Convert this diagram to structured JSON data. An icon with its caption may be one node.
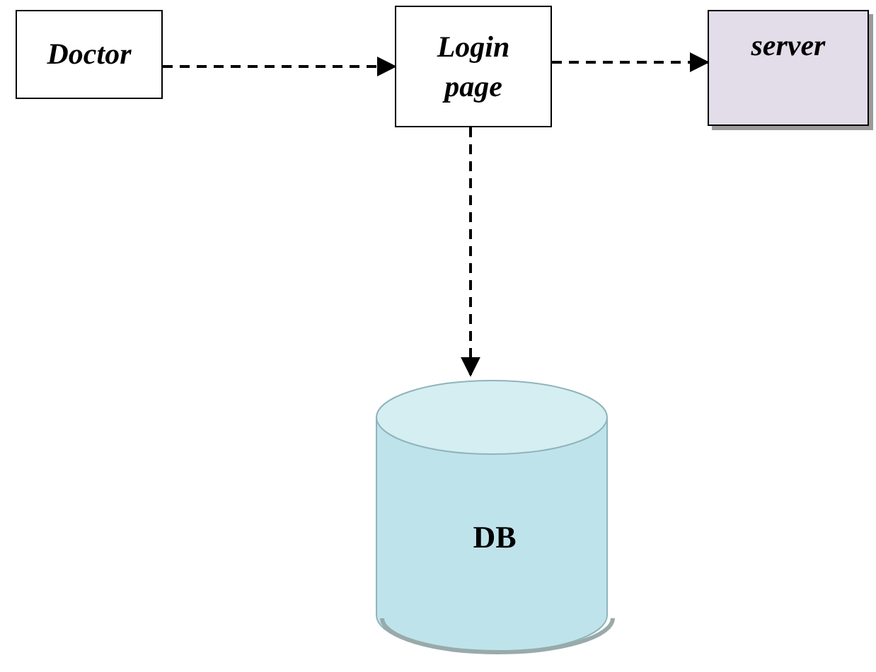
{
  "diagram": {
    "nodes": [
      {
        "text": [
          "Doctor"
        ]
      },
      {
        "text": [
          "Login page"
        ]
      },
      {
        "text": [
          "server"
        ]
      },
      {
        "text": [
          "DB"
        ]
      }
    ],
    "edges": [
      {
        "from": 0,
        "to": 1,
        "arrow": "to",
        "style": "dashed"
      },
      {
        "from": 1,
        "to": 2,
        "arrow": "to",
        "style": "dashed"
      },
      {
        "from": 1,
        "to": 3,
        "arrow": "to",
        "style": "dashed"
      }
    ]
  }
}
